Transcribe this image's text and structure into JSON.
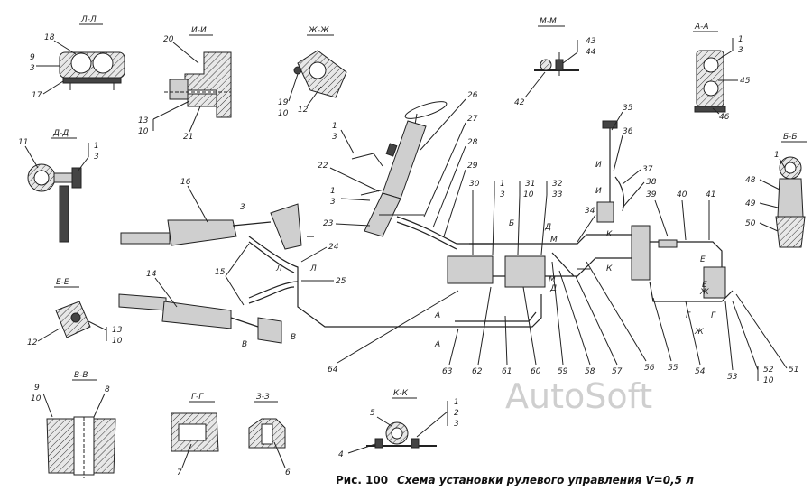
{
  "caption": {
    "figure_number": "Рис. 100",
    "title": "Схема установки рулевого управления V=0,5 л"
  },
  "watermark": "AutoSoft",
  "sections": {
    "LL": "Л-Л",
    "II": "И-И",
    "ZhZh": "Ж-Ж",
    "MM": "М-М",
    "AA": "А-А",
    "DD": "Д-Д",
    "BB": "Б-Б",
    "EE": "Е-Е",
    "VV": "В-В",
    "GG": "Г-Г",
    "ZZ": "З-З",
    "KK": "К-К"
  },
  "part_numbers": {
    "n1": "1",
    "n2": "2",
    "n3": "3",
    "n4": "4",
    "n5": "5",
    "n6": "6",
    "n7": "7",
    "n8": "8",
    "n9": "9",
    "n10": "10",
    "n11": "11",
    "n12": "12",
    "n13": "13",
    "n14": "14",
    "n15": "15",
    "n16": "16",
    "n17": "17",
    "n18": "18",
    "n19": "19",
    "n20": "20",
    "n21": "21",
    "n22": "22",
    "n23": "23",
    "n24": "24",
    "n25": "25",
    "n26": "26",
    "n27": "27",
    "n28": "28",
    "n29": "29",
    "n30": "30",
    "n31": "31",
    "n32": "32",
    "n33": "33",
    "n34": "34",
    "n35": "35",
    "n36": "36",
    "n37": "37",
    "n38": "38",
    "n39": "39",
    "n40": "40",
    "n41": "41",
    "n42": "42",
    "n43": "43",
    "n44": "44",
    "n45": "45",
    "n46": "46",
    "n48": "48",
    "n49": "49",
    "n50": "50",
    "n51": "51",
    "n52": "52",
    "n53": "53",
    "n54": "54",
    "n55": "55",
    "n56": "56",
    "n57": "57",
    "n58": "58",
    "n59": "59",
    "n60": "60",
    "n61": "61",
    "n62": "62",
    "n63": "63",
    "n64": "64"
  },
  "cut_marks": {
    "A": "А",
    "B": "Б",
    "V": "В",
    "G": "Г",
    "D": "Д",
    "E": "Е",
    "Zh": "Ж",
    "I": "И",
    "K": "К",
    "L": "Л",
    "M": "М"
  }
}
